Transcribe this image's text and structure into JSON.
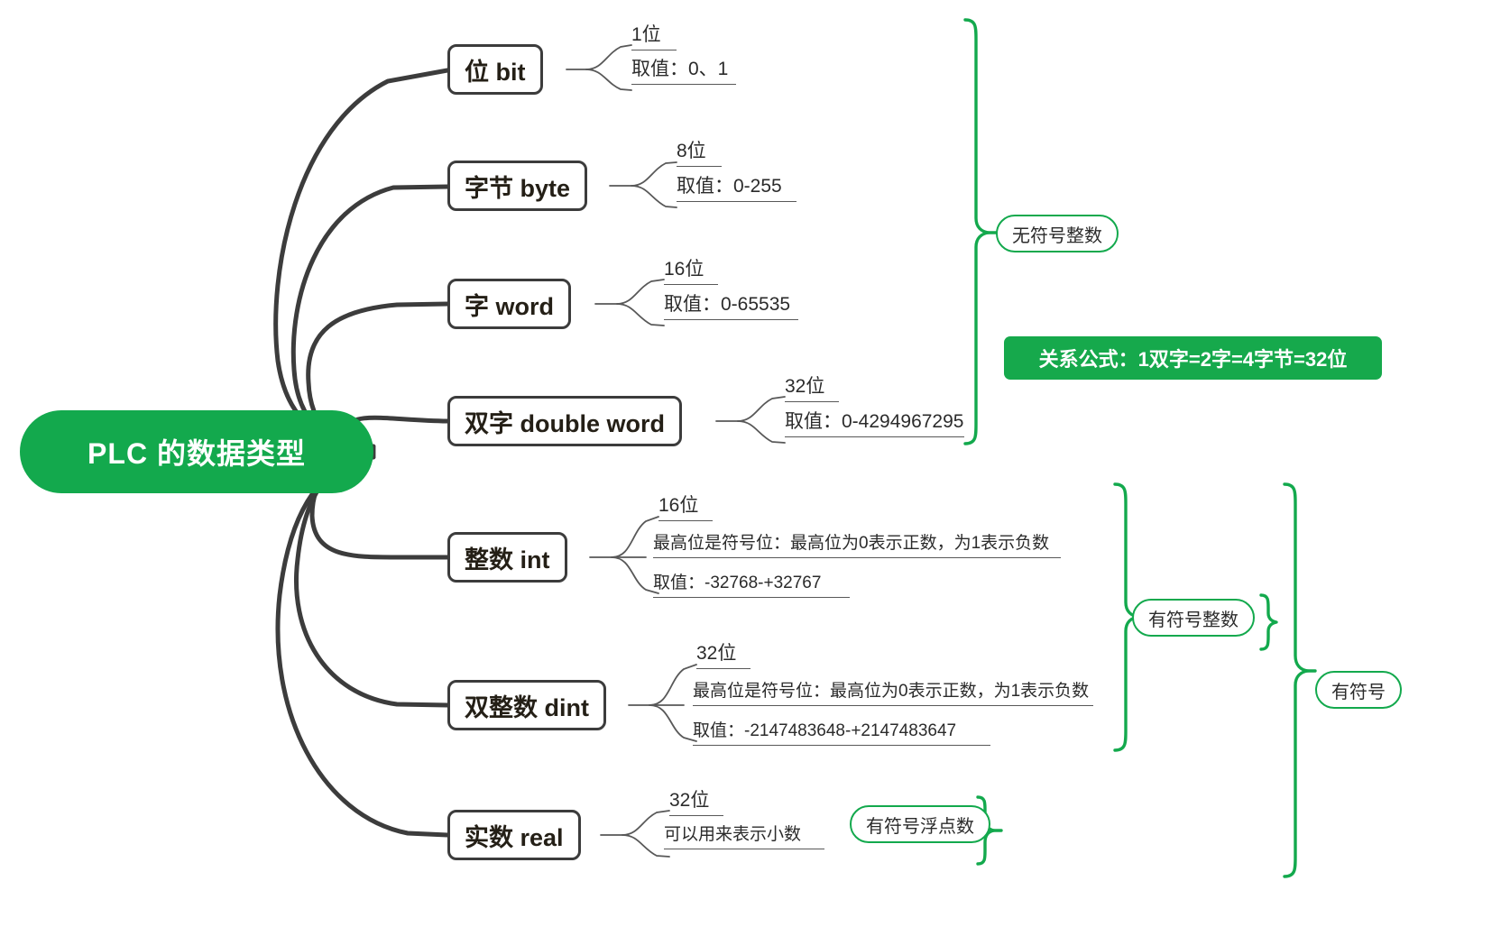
{
  "diagram": {
    "title": "PLC 的数据类型",
    "accent_color": "#13A94D",
    "line_color": "#3c3c3c",
    "leaf_line_color": "#585858"
  },
  "root": {
    "label": "PLC 的数据类型"
  },
  "nodes": [
    {
      "id": "bit",
      "label": "位 bit",
      "leaves": [
        {
          "text": "1位"
        },
        {
          "text": "取值：0、1"
        }
      ]
    },
    {
      "id": "byte",
      "label": "字节 byte",
      "leaves": [
        {
          "text": "8位"
        },
        {
          "text": "取值：0-255"
        }
      ]
    },
    {
      "id": "word",
      "label": "字 word",
      "leaves": [
        {
          "text": "16位"
        },
        {
          "text": "取值：0-65535"
        }
      ]
    },
    {
      "id": "double-word",
      "label": "双字 double word",
      "leaves": [
        {
          "text": "32位"
        },
        {
          "text": "取值：0-4294967295"
        }
      ]
    },
    {
      "id": "int",
      "label": "整数 int",
      "leaves": [
        {
          "text": "16位"
        },
        {
          "text": "最高位是符号位：最高位为0表示正数，为1表示负数"
        },
        {
          "text": "取值：-32768-+32767"
        }
      ]
    },
    {
      "id": "dint",
      "label": "双整数 dint",
      "leaves": [
        {
          "text": "32位"
        },
        {
          "text": "最高位是符号位：最高位为0表示正数，为1表示负数"
        },
        {
          "text": "取值：-2147483648-+2147483647"
        }
      ]
    },
    {
      "id": "real",
      "label": "实数 real",
      "leaves": [
        {
          "text": "32位"
        },
        {
          "text": "可以用来表示小数"
        }
      ]
    }
  ],
  "groups": [
    {
      "id": "unsigned-integer",
      "label": "无符号整数"
    },
    {
      "id": "signed-integer",
      "label": "有符号整数"
    },
    {
      "id": "signed-float",
      "label": "有符号浮点数"
    },
    {
      "id": "signed",
      "label": "有符号"
    }
  ],
  "formula": {
    "label": "关系公式：1双字=2字=4字节=32位"
  }
}
